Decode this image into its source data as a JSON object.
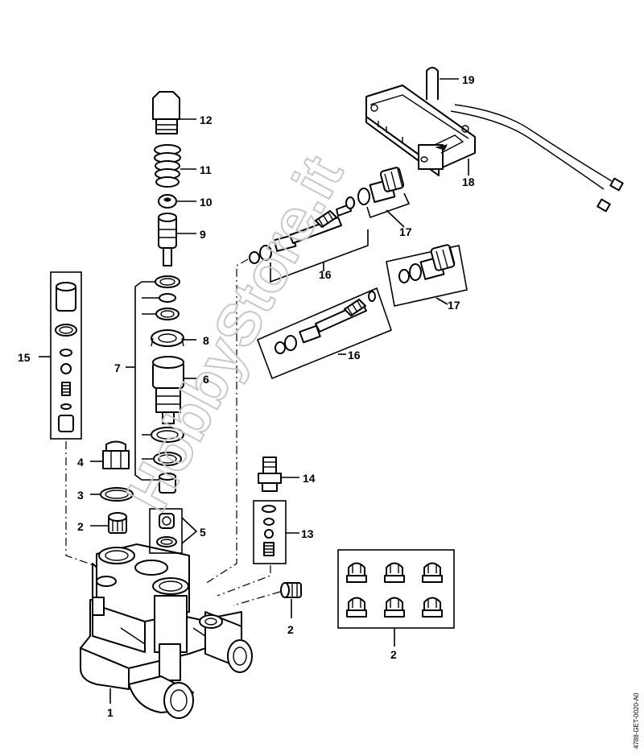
{
  "diagram": {
    "callouts": {
      "c1": "1",
      "c2a": "2",
      "c2b": "2",
      "c2c": "2",
      "c3": "3",
      "c4": "4",
      "c5": "5",
      "c6": "6",
      "c7": "7",
      "c8": "8",
      "c9": "9",
      "c10": "10",
      "c11": "11",
      "c12": "12",
      "c13": "13",
      "c14": "14",
      "c15": "15",
      "c16a": "16",
      "c16b": "16",
      "c17a": "17",
      "c17b": "17",
      "c18": "18",
      "c19": "19"
    },
    "document_id": "4788-GET-0020-A0",
    "watermark": "HobbyStore.it"
  }
}
